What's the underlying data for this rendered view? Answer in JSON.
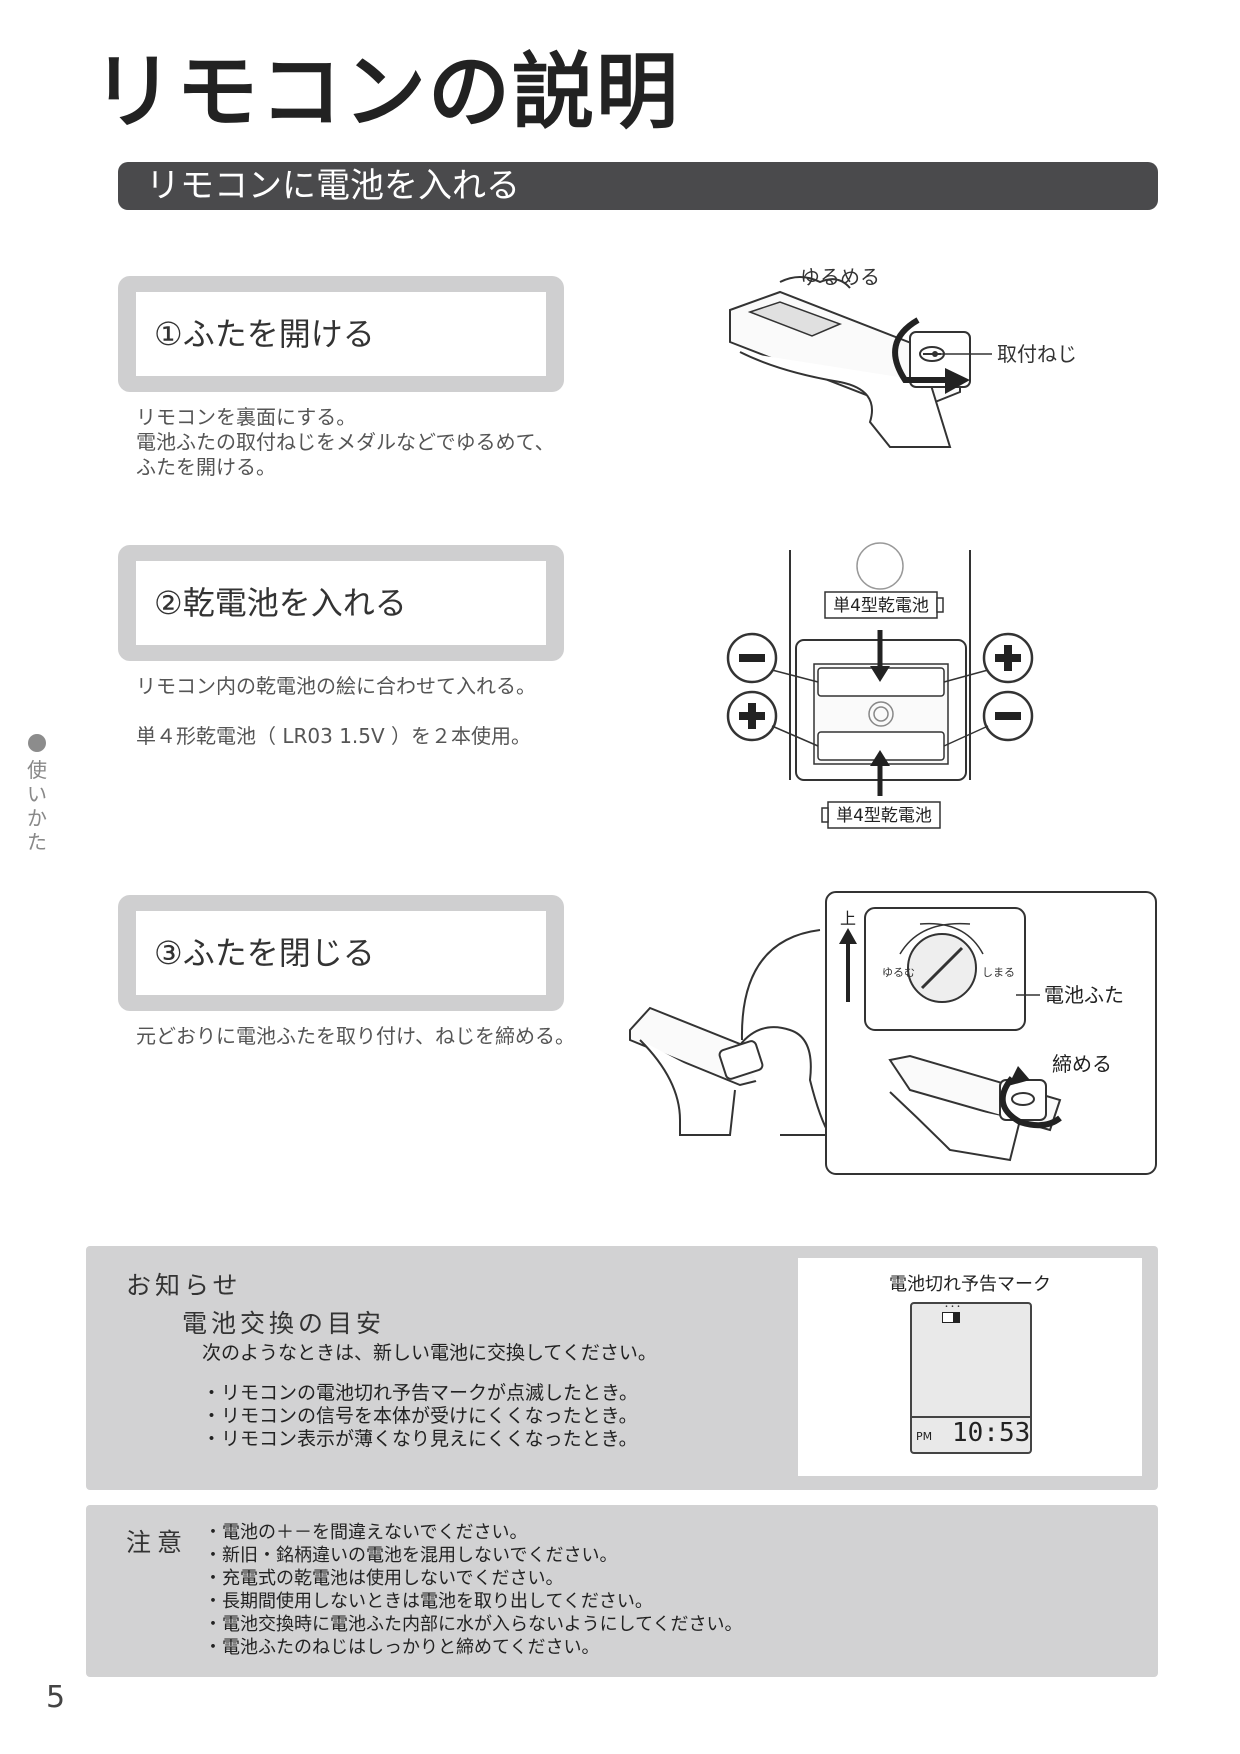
{
  "page": {
    "title": "リモコンの説明",
    "section_title": "リモコンに電池を入れる",
    "side_label": "使いかた",
    "page_number": "5"
  },
  "steps": [
    {
      "label": "①ふたを開ける",
      "lines": [
        "リモコンを裏面にする。",
        "電池ふたの取付ねじをメダルなどでゆるめて、",
        "ふたを開ける。"
      ]
    },
    {
      "label": "②乾電池を入れる",
      "lines": [
        "リモコン内の乾電池の絵に合わせて入れる。",
        "",
        "単４形乾電池（ LR03 1.5V ）を２本使用。"
      ]
    },
    {
      "label": "③ふたを閉じる",
      "lines": [
        "元どおりに電池ふたを取り付け、ねじを締める。"
      ]
    }
  ],
  "figures": {
    "fig1": {
      "loosen": "ゆるめる",
      "screw": "取付ねじ"
    },
    "fig2": {
      "battery_top": "単4型乾電池",
      "battery_bottom": "単4型乾電池"
    },
    "fig3": {
      "up": "上",
      "loosen_small": "ゆるむ",
      "tighten_small": "しまる",
      "cover": "電池ふた",
      "tighten": "締める"
    }
  },
  "notice": {
    "heading": "お知らせ",
    "subheading": "電池交換の目安",
    "intro": "次のようなときは、新しい電池に交換してください。",
    "items": [
      "・リモコンの電池切れ予告マークが点滅したとき。",
      "・リモコンの信号を本体が受けにくくなったとき。",
      "・リモコン表示が薄くなり見えにくくなったとき。"
    ],
    "display_caption": "電池切れ予告マーク",
    "display_ampm": "PM",
    "display_time": "10:53"
  },
  "caution": {
    "heading": "注意",
    "items": [
      "・電池の＋－を間違えないでください。",
      "・新旧・銘柄違いの電池を混用しないでください。",
      "・充電式の乾電池は使用しないでください。",
      "・長期間使用しないときは電池を取り出してください。",
      "・電池交換時に電池ふた内部に水が入らないようにしてください。",
      "・電池ふたのねじはしっかりと締めてください。"
    ]
  }
}
